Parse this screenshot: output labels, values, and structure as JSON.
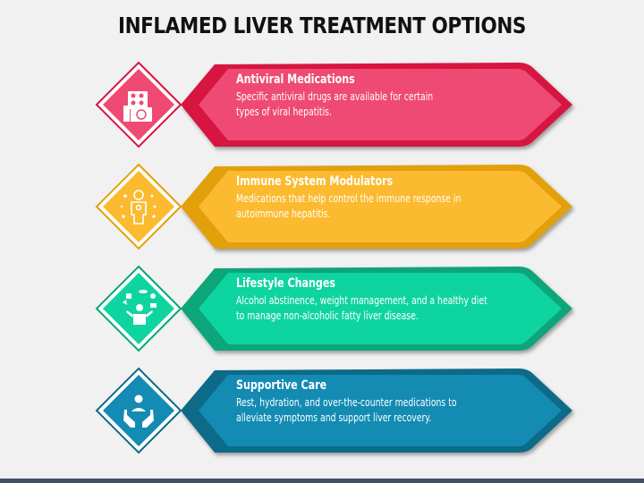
{
  "title": "INFLAMED LIVER TREATMENT OPTIONS",
  "items": [
    {
      "heading": "Antiviral Medications",
      "description": "Specific antiviral drugs are available for certain\ntypes of viral hepatitis.",
      "icon": "medicine-box-icon",
      "color": "#ef4a73",
      "dark": "#d6143f"
    },
    {
      "heading": "Immune System Modulators",
      "description": "Medications that help control the immune response in\nautoimmune hepatitis.",
      "icon": "immune-person-icon",
      "color": "#fbba2f",
      "dark": "#e3a008"
    },
    {
      "heading": "Lifestyle Changes",
      "description": "Alcohol abstinence, weight management, and a healthy diet\nto manage non-alcoholic fatty liver disease.",
      "icon": "juggling-person-icon",
      "color": "#0ed4a0",
      "dark": "#0aa57a"
    },
    {
      "heading": "Supportive Care",
      "description": "Rest, hydration, and over-the-counter medications to\nalleviate symptoms and support liver recovery.",
      "icon": "care-hands-icon",
      "color": "#138bb3",
      "dark": "#0f6b89"
    }
  ],
  "footer_color": "#435065"
}
